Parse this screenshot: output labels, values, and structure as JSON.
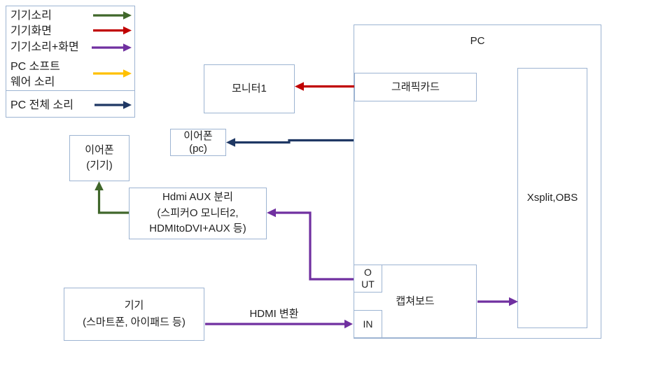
{
  "colors": {
    "device_sound": "#40672B",
    "device_screen": "#C00000",
    "device_sound_screen": "#7030A0",
    "pc_software_sound": "#FFC000",
    "pc_all_sound": "#1F3864",
    "box_border": "#9DB4D2",
    "text": "#1F1F1F"
  },
  "legend": {
    "items": [
      {
        "label": "기기소리",
        "color": "#40672B"
      },
      {
        "label": "기기화면",
        "color": "#C00000"
      },
      {
        "label": "기기소리+화면",
        "color": "#7030A0"
      },
      {
        "label_line1": "PC 소프트",
        "label_line2": "웨어 소리",
        "color": "#FFC000"
      },
      {
        "label": "PC 전체 소리",
        "color": "#1F3864"
      }
    ]
  },
  "boxes": {
    "pc": {
      "label": "PC"
    },
    "xsplit": {
      "label": "Xsplit,OBS"
    },
    "gpu": {
      "label": "그래픽카드"
    },
    "monitor1": {
      "label": "모니터1"
    },
    "earphone_pc": {
      "line1": "이어폰",
      "line2": "(pc)"
    },
    "earphone_device": {
      "line1": "이어폰",
      "line2": "(기기)"
    },
    "hdmi_aux": {
      "line1": "Hdmi AUX 분리",
      "line2": "(스피커O 모니터2,",
      "line3": "HDMItoDVI+AUX 등)"
    },
    "device": {
      "line1": "기기",
      "line2": "(스마트폰, 아이패드 등)"
    },
    "capture": {
      "label": "캡쳐보드",
      "out_line1": "O",
      "out_line2": "UT",
      "in_label": "IN"
    }
  },
  "labels": {
    "hdmi_convert": "HDMI 변환"
  }
}
